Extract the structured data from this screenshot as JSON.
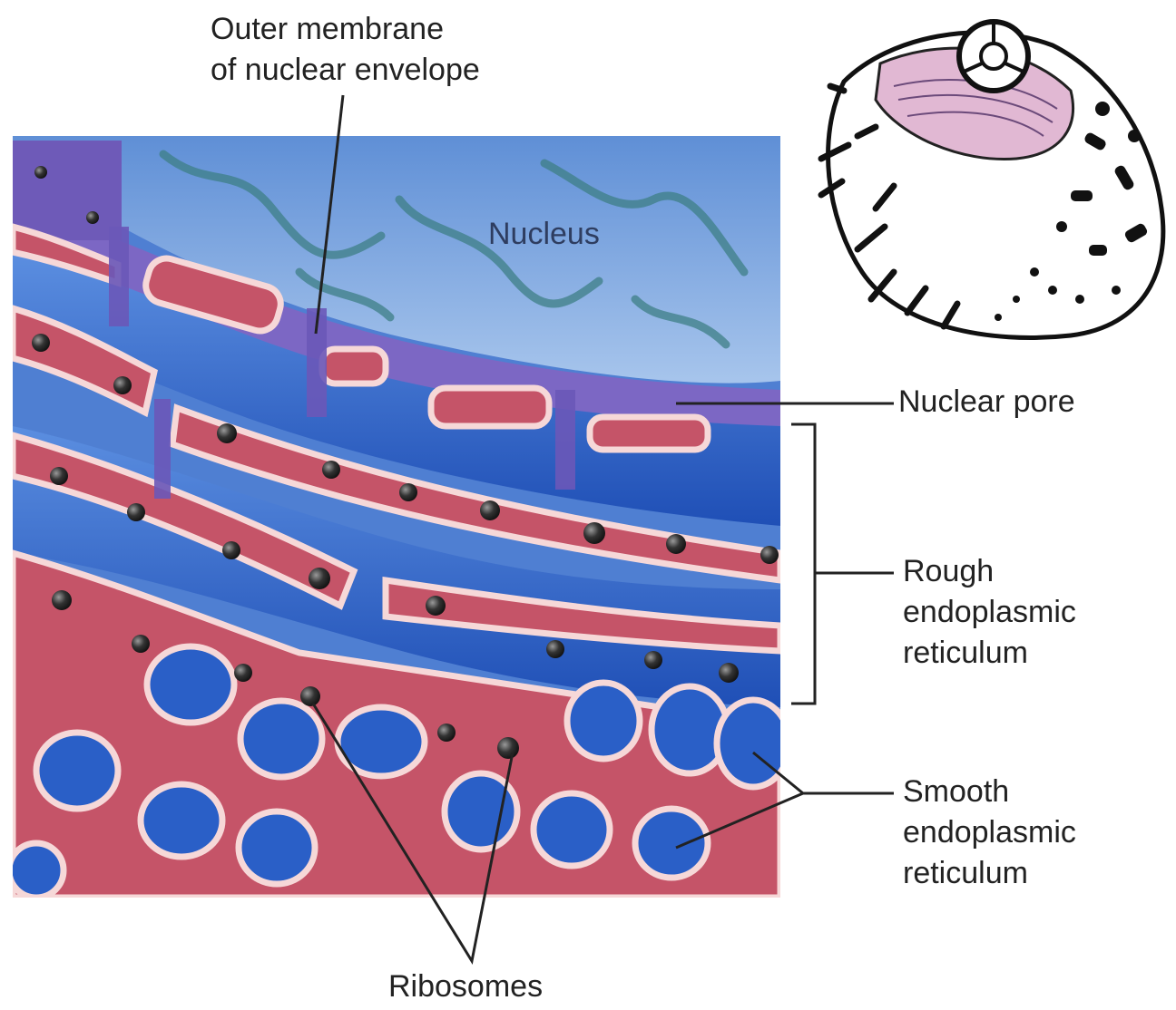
{
  "labels": {
    "outer_membrane": [
      "Outer membrane",
      "of nuclear envelope"
    ],
    "nucleus": "Nucleus",
    "nuclear_pore": "Nuclear pore",
    "rough_er": [
      "Rough",
      "endoplasmic",
      "reticulum"
    ],
    "smooth_er": [
      "Smooth",
      "endoplasmic",
      "reticulum"
    ],
    "ribosomes": "Ribosomes"
  },
  "colors": {
    "nucleus_blue": "#7aa6dd",
    "membrane_purple": "#7c67c4",
    "cistern_red": "#c55468",
    "cistern_outline": "#f6d8d8",
    "er_blue": "#2f63c9",
    "ribosome": "#2a2a2a",
    "leader_line": "#222222"
  }
}
